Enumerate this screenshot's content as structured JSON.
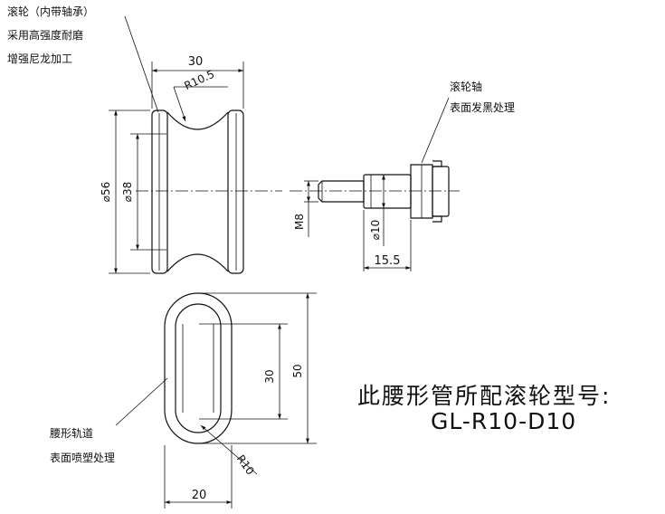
{
  "notes": {
    "roller_title": "滚轮（内带轴承）",
    "roller_line2": "采用高强度耐磨",
    "roller_line3": "增强尼龙加工",
    "axle_line1": "滚轮轴",
    "axle_line2": "表面发黑处理",
    "track_line1": "腰形轨道",
    "track_line2": "表面喷塑处理"
  },
  "dimensions": {
    "roller_width": "30",
    "roller_groove_radius": "R10.5",
    "roller_outer_dia": "⌀56",
    "roller_inner_dia": "⌀38",
    "axle_thread": "M8",
    "axle_dia": "⌀10",
    "axle_length": "15.5",
    "track_inner_height": "30",
    "track_outer_height": "50",
    "track_end_radius": "R10",
    "track_width": "20"
  },
  "caption": {
    "title": "此腰形管所配滚轮型号:",
    "model": "GL-R10-D10"
  }
}
